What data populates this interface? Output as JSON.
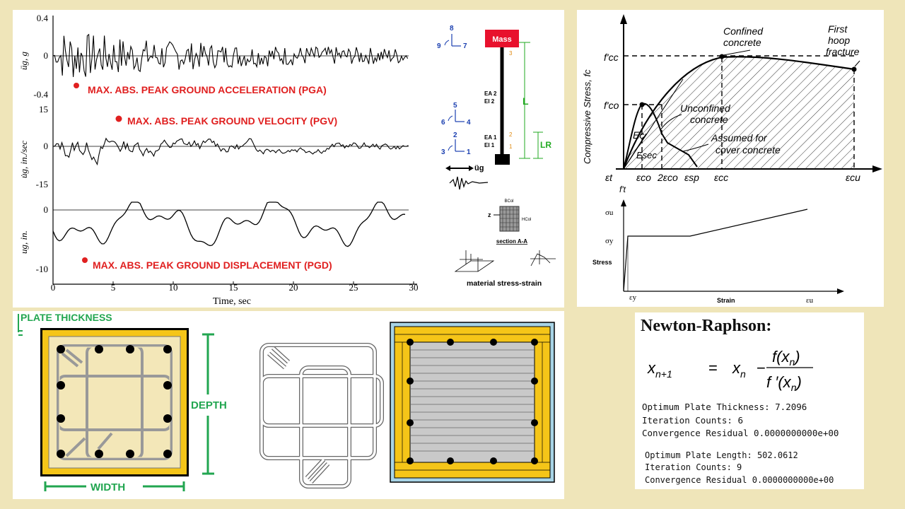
{
  "ground_motion": {
    "series": [
      {
        "ylabel": "üg, g",
        "ticks": [
          "0.4",
          "0",
          "-0.4"
        ],
        "peak_label": "MAX. ABS. PEAK GROUND ACCELERATION (PGA)"
      },
      {
        "ylabel": "u̇g, in./sec",
        "ticks": [
          "15",
          "0",
          "-15"
        ],
        "peak_label": "MAX. ABS. PEAK GROUND VELOCITY (PGV)"
      },
      {
        "ylabel": "ug, in.",
        "ticks": [
          "0",
          "-10"
        ],
        "peak_label": "MAX. ABS. PEAK GROUND DISPLACEMENT (PGD)"
      }
    ],
    "x_ticks": [
      "0",
      "5",
      "10",
      "15",
      "20",
      "25",
      "30"
    ],
    "xlabel": "Time, sec",
    "peak_color": "#e02020"
  },
  "model": {
    "mass": "Mass",
    "dof_top": [
      "8",
      "9",
      "7"
    ],
    "dof_mid": [
      "5",
      "6",
      "4"
    ],
    "dof_bot": [
      "2",
      "3",
      "1"
    ],
    "ea2": "EA 2",
    "ei2": "EI 2",
    "ea1": "EA 1",
    "ei1": "EI 1",
    "node_top": "3",
    "node_mid": "2",
    "node_bot": "1",
    "len_l": "L",
    "len_lr": "LR",
    "ground": "üg",
    "section_caption": "section A-A",
    "bcol": "BCol",
    "hcol": "HCol",
    "z": "z",
    "material_caption": "material stress-strain",
    "mass_color": "#e8112d",
    "dim_color": "#22aa22"
  },
  "confined_concrete": {
    "ylabel": "Compressive Stress, fc",
    "fcc": "f'cc",
    "fco": "f'co",
    "confined": [
      "Confined",
      "concrete"
    ],
    "first_hoop": [
      "First",
      "hoop",
      "fracture"
    ],
    "unconfined": [
      "Unconfined",
      "concrete"
    ],
    "assumed": [
      "Assumed for",
      "cover concrete"
    ],
    "ec": "Ec",
    "esec": "Esec",
    "x_labels": [
      "εt",
      "εco",
      "2εco",
      "εsp",
      "εcc",
      "εcu"
    ],
    "ft": "f't"
  },
  "steel": {
    "su": "σu",
    "sy": "σy",
    "stress": "Stress",
    "ey": "εy",
    "strain": "Strain",
    "eu": "εu"
  },
  "sections": {
    "plate_thickness": "PLATE THICKNESS",
    "depth": "DEPTH",
    "width": "WIDTH",
    "label_color": "#22a650",
    "plate_color": "#f5c518",
    "core_color": "#f3e7b8"
  },
  "newton": {
    "title": "Newton-Raphson:",
    "result1": {
      "plate": "Optimum Plate Thickness: 7.2096",
      "iter": "Iteration Counts: 6",
      "resid": "Convergence Residual 0.0000000000e+00"
    },
    "result2": {
      "plate": "Optimum Plate Length: 502.0612",
      "iter": "Iteration Counts: 9",
      "resid": "Convergence Residual 0.0000000000e+00"
    }
  }
}
